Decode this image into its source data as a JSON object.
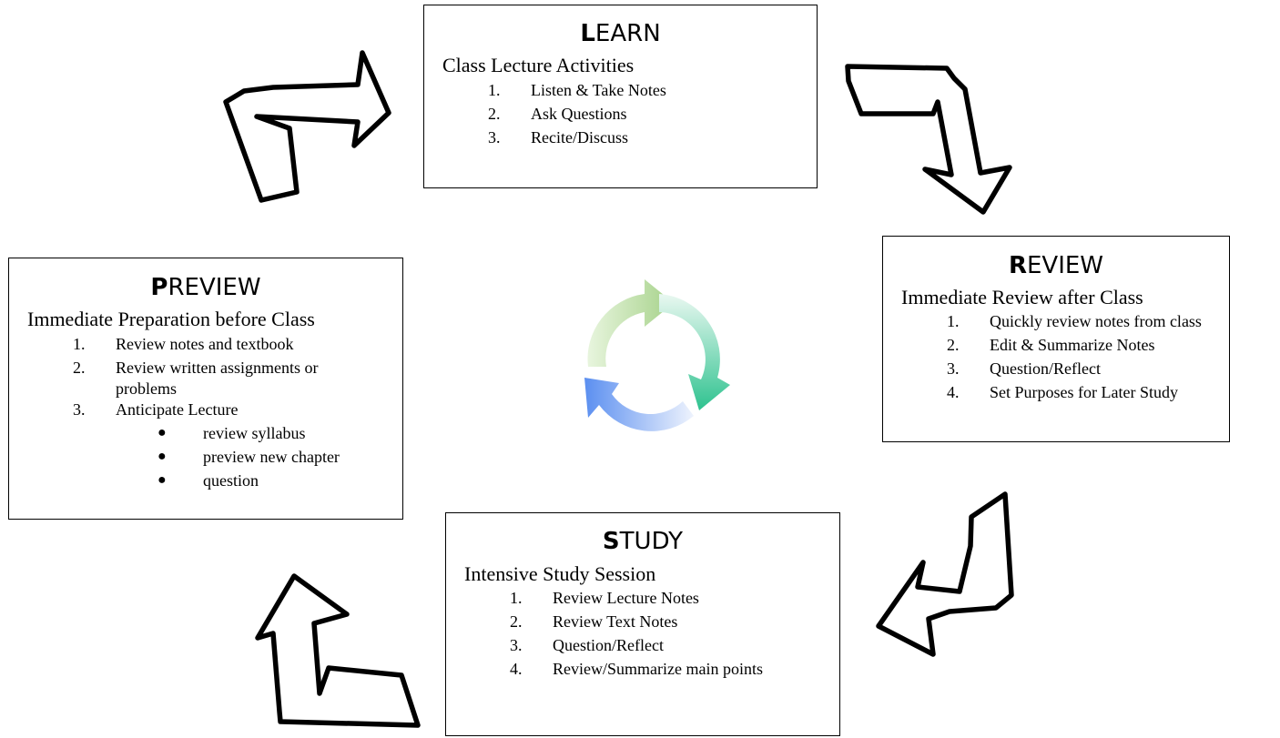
{
  "learn": {
    "first_letter": "L",
    "title_rest": "EARN",
    "subtitle": "Class Lecture Activities",
    "items": [
      {
        "num": "1.",
        "text": "Listen & Take Notes"
      },
      {
        "num": "2.",
        "text": "Ask Questions"
      },
      {
        "num": "3.",
        "text": "Recite/Discuss"
      }
    ]
  },
  "review": {
    "first_letter": "R",
    "title_rest": "EVIEW",
    "subtitle": "Immediate Review after Class",
    "items": [
      {
        "num": "1.",
        "text": "Quickly review notes from class"
      },
      {
        "num": "2.",
        "text": "Edit & Summarize Notes"
      },
      {
        "num": "3.",
        "text": "Question/Reflect"
      },
      {
        "num": "4.",
        "text": "Set Purposes for Later Study"
      }
    ]
  },
  "preview": {
    "first_letter": "P",
    "title_rest": "REVIEW",
    "subtitle": "Immediate Preparation before Class",
    "items": [
      {
        "num": "1.",
        "text": "Review notes and textbook"
      },
      {
        "num": "2.",
        "text": "Review written assignments or"
      },
      {
        "num": "",
        "text": "problems"
      },
      {
        "num": "3.",
        "text": "Anticipate Lecture"
      }
    ],
    "bullets": [
      "review syllabus",
      "preview new chapter",
      "question"
    ]
  },
  "study": {
    "first_letter": "S",
    "title_rest": "TUDY",
    "subtitle": "Intensive Study Session",
    "items": [
      {
        "num": "1.",
        "text": "Review Lecture Notes"
      },
      {
        "num": "2.",
        "text": "Review Text Notes"
      },
      {
        "num": "3.",
        "text": "Question/Reflect"
      },
      {
        "num": "4.",
        "text": "Review/Summarize main points"
      }
    ]
  },
  "colors": {
    "cycle_green": "#a6d28a",
    "cycle_teal": "#2ec28f",
    "cycle_blue": "#5b8ff0",
    "outline": "#000000"
  },
  "icons": {
    "center": "cycle-icon",
    "arrows": [
      "arrow-preview-to-learn-icon",
      "arrow-learn-to-review-icon",
      "arrow-review-to-study-icon",
      "arrow-study-to-preview-icon"
    ]
  }
}
